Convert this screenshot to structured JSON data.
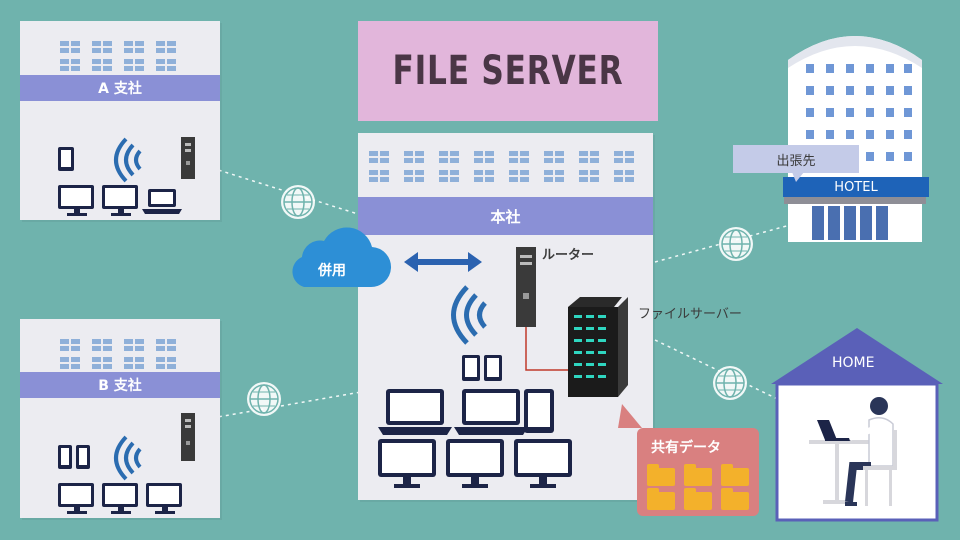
{
  "title": "FILE SERVER",
  "branch_a": {
    "label": "A 支社"
  },
  "branch_b": {
    "label": "B 支社"
  },
  "hq": {
    "label": "本社"
  },
  "router_label": "ルーター",
  "server_label": "ファイルサーバー",
  "cloud_label": "併用",
  "shared_label": "共有データ",
  "hotel": {
    "sign": "HOTEL",
    "bubble": "出張先"
  },
  "home": {
    "label": "HOME"
  },
  "colors": {
    "background": "#6fb3ad",
    "building": "#ececf1",
    "band": "#8a90d6",
    "title_box": "#e2b6db",
    "device": "#1c2447",
    "wifi": "#2b6cb0",
    "cloud": "#2d8fd6",
    "shared_box": "#d98080",
    "folder": "#f3b12b",
    "hotel_sign": "#1e63b8",
    "home_roof": "#5a60b8"
  }
}
